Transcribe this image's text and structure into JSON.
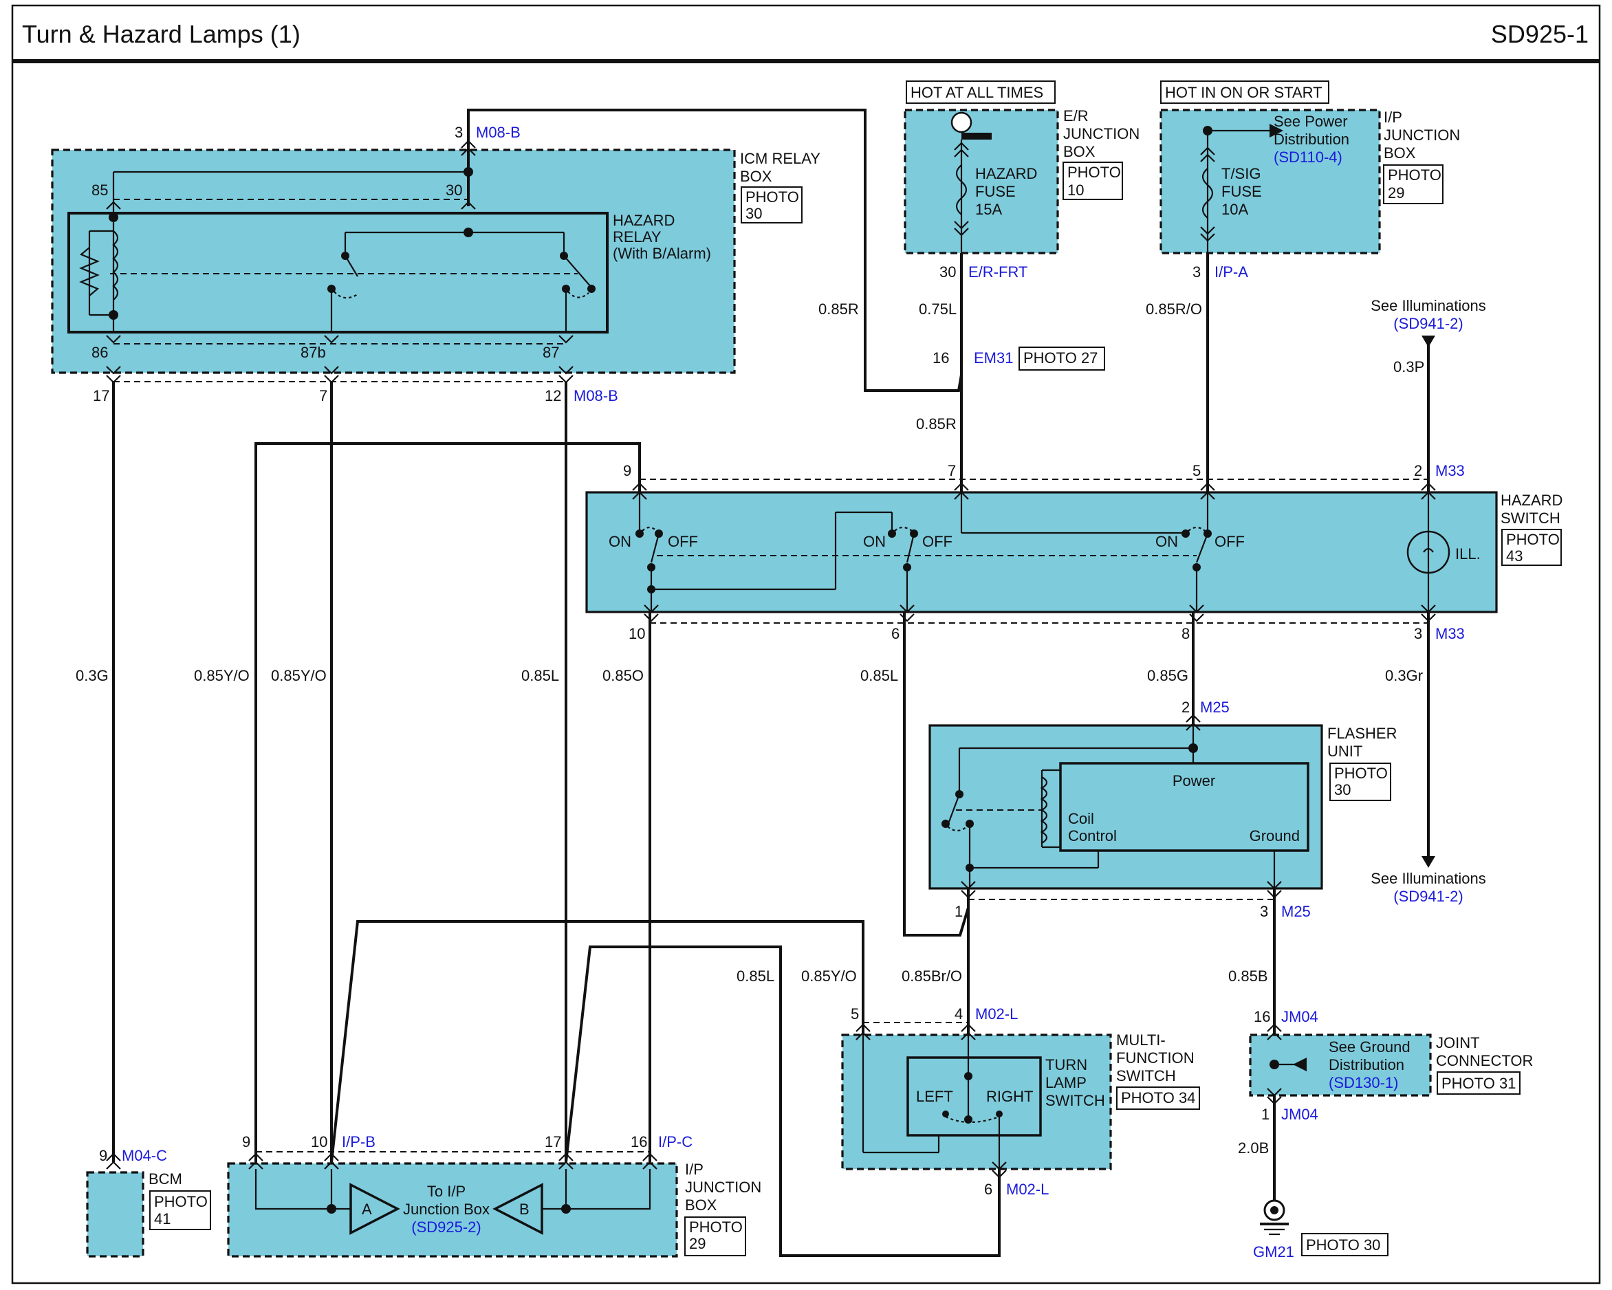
{
  "header": {
    "title": "Turn & Hazard Lamps (1)",
    "code": "SD925-1"
  },
  "components": {
    "icm_relay_box": {
      "label_lines": [
        "ICM RELAY",
        "BOX"
      ],
      "photo_lines": [
        "PHOTO",
        "30"
      ]
    },
    "hazard_relay": {
      "label_lines": [
        "HAZARD",
        "RELAY",
        "(With B/Alarm)"
      ]
    },
    "er_junction_box": {
      "label_lines": [
        "E/R",
        "JUNCTION",
        "BOX"
      ],
      "photo_lines": [
        "PHOTO",
        "10"
      ],
      "hot_label": "HOT AT ALL TIMES"
    },
    "hazard_fuse": {
      "label_lines": [
        "HAZARD",
        "FUSE",
        "15A"
      ]
    },
    "ip_junction_box_top": {
      "label_lines": [
        "I/P",
        "JUNCTION",
        "BOX"
      ],
      "photo_lines": [
        "PHOTO",
        "29"
      ],
      "hot_label": "HOT IN ON OR START"
    },
    "tsig_fuse": {
      "label_lines": [
        "T/SIG",
        "FUSE",
        "10A"
      ]
    },
    "power_dist": {
      "label_lines": [
        "See Power",
        "Distribution"
      ],
      "ref": "(SD110-4)"
    },
    "hazard_switch": {
      "label_lines": [
        "HAZARD",
        "SWITCH"
      ],
      "photo_lines": [
        "PHOTO",
        "43"
      ],
      "ill": "ILL."
    },
    "flasher_unit": {
      "label_lines": [
        "FLASHER",
        "UNIT"
      ],
      "photo_lines": [
        "PHOTO",
        "30"
      ],
      "power": "Power",
      "coil": "Coil",
      "control": "Control",
      "ground": "Ground"
    },
    "multi_function_switch": {
      "label_lines": [
        "MULTI-",
        "FUNCTION",
        "SWITCH"
      ],
      "photo": "PHOTO 34",
      "turn_lines": [
        "TURN",
        "LAMP",
        "SWITCH"
      ],
      "left": "LEFT",
      "right": "RIGHT"
    },
    "joint_connector": {
      "label_lines": [
        "JOINT",
        "CONNECTOR"
      ],
      "photo": "PHOTO 31",
      "see_lines": [
        "See Ground",
        "Distribution"
      ],
      "ref": "(SD130-1)"
    },
    "bcm": {
      "label": "BCM",
      "photo_lines": [
        "PHOTO",
        "41"
      ]
    },
    "ip_junction_box_bottom": {
      "label_lines": [
        "I/P",
        "JUNCTION",
        "BOX"
      ],
      "photo_lines": [
        "PHOTO",
        "29"
      ],
      "to_lines": [
        "To I/P",
        "Junction Box"
      ],
      "ref": "(SD925-2)",
      "a": "A",
      "b": "B"
    },
    "illum_top": {
      "label": "See Illuminations",
      "ref": "(SD941-2)"
    },
    "illum_bottom": {
      "label": "See Illuminations",
      "ref": "(SD941-2)"
    },
    "ground": {
      "name": "GM21",
      "photo": "PHOTO 30"
    },
    "em31_photo": "PHOTO 27",
    "switch_on": "ON",
    "switch_off": "OFF"
  },
  "connectors": {
    "m08b": "M08-B",
    "er_frt": "E/R-FRT",
    "ip_a": "I/P-A",
    "em31": "EM31",
    "m33": "M33",
    "m25": "M25",
    "m02l": "M02-L",
    "jm04": "JM04",
    "m04c": "M04-C",
    "ip_b": "I/P-B",
    "ip_c": "I/P-C"
  },
  "pins": {
    "p3": "3",
    "p85": "85",
    "p30": "30",
    "p86": "86",
    "p87b": "87b",
    "p87": "87",
    "p17": "17",
    "p7": "7",
    "p12": "12",
    "p30b": "30",
    "p3b": "3",
    "p16": "16",
    "p9": "9",
    "p7b": "7",
    "p5": "5",
    "p2": "2",
    "p10": "10",
    "p6": "6",
    "p8": "8",
    "p3c": "3",
    "p2b": "2",
    "p1": "1",
    "p3d": "3",
    "p5b": "5",
    "p4": "4",
    "p6b": "6",
    "p16b": "16",
    "p1b": "1",
    "p9b": "9",
    "p9c": "9",
    "p10b": "10",
    "p17b": "17",
    "p16c": "16"
  },
  "wires": {
    "w085r_top": "0.85R",
    "w075l": "0.75L",
    "w085ro": "0.85R/O",
    "w03p": "0.3P",
    "w085r": "0.85R",
    "w03g": "0.3G",
    "w085yo_a": "0.85Y/O",
    "w085yo_b": "0.85Y/O",
    "w085l_a": "0.85L",
    "w085o": "0.85O",
    "w085l_b": "0.85L",
    "w085g": "0.85G",
    "w03gr": "0.3Gr",
    "w085l_c": "0.85L",
    "w085yo_c": "0.85Y/O",
    "w085bro": "0.85Br/O",
    "w085b": "0.85B",
    "w20b": "2.0B"
  }
}
